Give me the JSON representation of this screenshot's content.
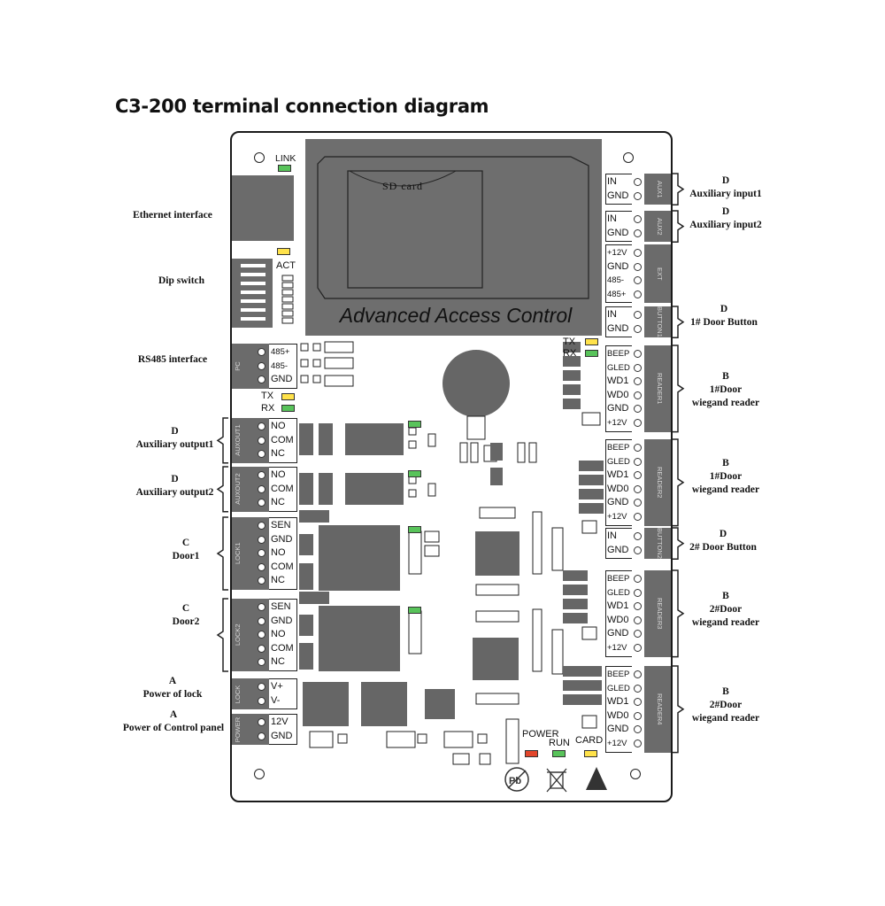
{
  "title": "C3-200 terminal connection diagram",
  "board": {
    "banner": "Advanced Access Control",
    "sd_card": "SD card",
    "leds": {
      "link": "LINK",
      "act": "ACT",
      "tx": "TX",
      "rx": "RX",
      "power": "POWER",
      "run": "RUN",
      "card": "CARD"
    },
    "left_connectors": [
      {
        "id": "pc",
        "side": "PC",
        "pins": [
          "485+",
          "485-",
          "GND"
        ]
      },
      {
        "id": "auxout1",
        "side": "AUXOUT1",
        "pins": [
          "NO",
          "COM",
          "NC"
        ]
      },
      {
        "id": "auxout2",
        "side": "AUXOUT2",
        "pins": [
          "NO",
          "COM",
          "NC"
        ]
      },
      {
        "id": "lock1",
        "side": "LOCK1",
        "pins": [
          "SEN",
          "GND",
          "NO",
          "COM",
          "NC"
        ]
      },
      {
        "id": "lock2",
        "side": "LOCK2",
        "pins": [
          "SEN",
          "GND",
          "NO",
          "COM",
          "NC"
        ]
      },
      {
        "id": "lock",
        "side": "LOCK",
        "pins": [
          "V+",
          "V-"
        ]
      },
      {
        "id": "power",
        "side": "POWER",
        "pins": [
          "12V",
          "GND"
        ]
      }
    ],
    "right_connectors": [
      {
        "id": "aux1",
        "side": "AUX1",
        "pins": [
          "IN",
          "GND"
        ]
      },
      {
        "id": "aux2",
        "side": "AUX2",
        "pins": [
          "IN",
          "GND"
        ]
      },
      {
        "id": "ext",
        "side": "EXT",
        "pins": [
          "+12V",
          "GND",
          "485-",
          "485+"
        ]
      },
      {
        "id": "button1",
        "side": "BUTTON1",
        "pins": [
          "IN",
          "GND"
        ]
      },
      {
        "id": "reader1",
        "side": "READER1",
        "pins": [
          "BEEP",
          "GLED",
          "WD1",
          "WD0",
          "GND",
          "+12V"
        ]
      },
      {
        "id": "reader2",
        "side": "READER2",
        "pins": [
          "BEEP",
          "GLED",
          "WD1",
          "WD0",
          "GND",
          "+12V"
        ]
      },
      {
        "id": "button2",
        "side": "BUTTON2",
        "pins": [
          "IN",
          "GND"
        ]
      },
      {
        "id": "reader3",
        "side": "READER3",
        "pins": [
          "BEEP",
          "GLED",
          "WD1",
          "WD0",
          "GND",
          "+12V"
        ]
      },
      {
        "id": "reader4",
        "side": "READER4",
        "pins": [
          "BEEP",
          "GLED",
          "WD1",
          "WD0",
          "GND",
          "+12V"
        ]
      }
    ]
  },
  "left_labels": [
    {
      "id": "ethernet",
      "lines": [
        "Ethernet interface"
      ]
    },
    {
      "id": "dip",
      "lines": [
        "Dip switch"
      ]
    },
    {
      "id": "rs485",
      "lines": [
        "RS485  interface"
      ]
    },
    {
      "id": "auxout1",
      "lines": [
        "D",
        "Auxiliary output1"
      ]
    },
    {
      "id": "auxout2",
      "lines": [
        "D",
        "Auxiliary output2"
      ]
    },
    {
      "id": "door1",
      "lines": [
        "C",
        "Door1"
      ]
    },
    {
      "id": "door2",
      "lines": [
        "C",
        "Door2"
      ]
    },
    {
      "id": "powerlock",
      "lines": [
        "A",
        "Power of lock"
      ]
    },
    {
      "id": "powerpanel",
      "lines": [
        "A",
        "Power of Control panel"
      ]
    }
  ],
  "right_labels": [
    {
      "id": "auxin1",
      "lines": [
        "D",
        "Auxiliary input1"
      ]
    },
    {
      "id": "auxin2",
      "lines": [
        "D",
        "Auxiliary input2"
      ]
    },
    {
      "id": "button1",
      "lines": [
        "D",
        "1# Door Button"
      ]
    },
    {
      "id": "reader1",
      "lines": [
        "B",
        "1#Door",
        "wiegand reader"
      ]
    },
    {
      "id": "reader2",
      "lines": [
        "B",
        "1#Door",
        "wiegand reader"
      ]
    },
    {
      "id": "button2",
      "lines": [
        "D",
        "2# Door Button"
      ]
    },
    {
      "id": "reader3",
      "lines": [
        "B",
        "2#Door",
        "wiegand reader"
      ]
    },
    {
      "id": "reader4",
      "lines": [
        "B",
        "2#Door",
        "wiegand reader"
      ]
    }
  ]
}
